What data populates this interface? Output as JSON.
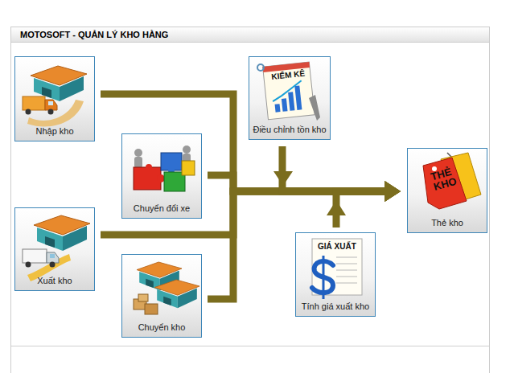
{
  "diagram": {
    "title": "MOTOSOFT - QUẢN LÝ KHO HÀNG",
    "nodes": [
      {
        "text": [
          "Nhập kho"
        ]
      },
      {
        "text": [
          "Điều chỉnh tồn kho"
        ]
      },
      {
        "text": [
          "Chuyển đổi xe"
        ]
      },
      {
        "text": [
          "Thẻ kho"
        ]
      },
      {
        "text": [
          "Xuất kho"
        ]
      },
      {
        "text": [
          "Tính giá xuất kho"
        ]
      },
      {
        "text": [
          "Chuyển kho"
        ]
      }
    ],
    "edges": [
      {
        "from": 0,
        "to": 3,
        "arrow": "to"
      },
      {
        "from": 2,
        "to": 3,
        "arrow": "to"
      },
      {
        "from": 4,
        "to": 3,
        "arrow": "to"
      },
      {
        "from": 6,
        "to": 3,
        "arrow": "to"
      },
      {
        "from": 1,
        "to": 3,
        "arrow": "to"
      },
      {
        "from": 5,
        "to": 3,
        "arrow": "to"
      }
    ],
    "labels": [
      "KIỂM KÊ",
      "GIÁ XUẤT",
      "THẺ KHO"
    ]
  }
}
